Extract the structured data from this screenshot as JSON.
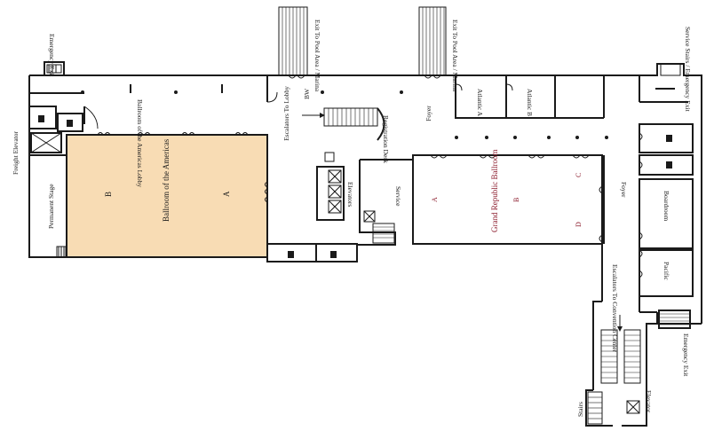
{
  "colors": {
    "ballroom_fill": "#f8dcb4",
    "grand_republic_text": "#8b1a2b",
    "wall": "#1a1a1a",
    "background": "#ffffff"
  },
  "labels": {
    "emergency_exit_top": "Emergency Exit",
    "freight_elevator": "Freight Elevator",
    "permanent_stage": "Permanent Stage",
    "ballroom_lobby": "Ballroom of the Americas Lobby",
    "ballroom_title": "Ballroom of the Americas",
    "ballroom_a": "A",
    "ballroom_b": "B",
    "escalators_lobby": "Escalators To Lobby",
    "bw_label": "BW",
    "exit_pool_marina_1": "Exit To Pool Area / Marina",
    "exit_pool_marina_2": "Exit To Pool Area / Marina",
    "registration_desk": "Registration Desk",
    "foyer_top": "Foyer",
    "atlantic_a": "Atlantic A",
    "atlantic_b": "Atlantic B",
    "service_stairs": "Service Stairs / Emergency Exit",
    "elevators": "Elevators",
    "service": "Service",
    "grand_republic": "Grand Republic Ballroom",
    "gr_a": "A",
    "gr_b": "B",
    "gr_c": "C",
    "gr_d": "D",
    "foyer_right": "Foyer",
    "boardroom": "Boardroom",
    "pacific": "Pacific",
    "escalators_conv": "Escalators To Convention Center",
    "emergency_exit_bottom": "Emergency Exit",
    "stairs": "Stairs",
    "elevator": "Elevator"
  },
  "icons": {
    "restroom": "restroom-icon",
    "elevator": "elevator-shaft-icon",
    "escalator": "escalator-icon",
    "stairs": "stairs-icon",
    "phone": "phone-icon"
  }
}
